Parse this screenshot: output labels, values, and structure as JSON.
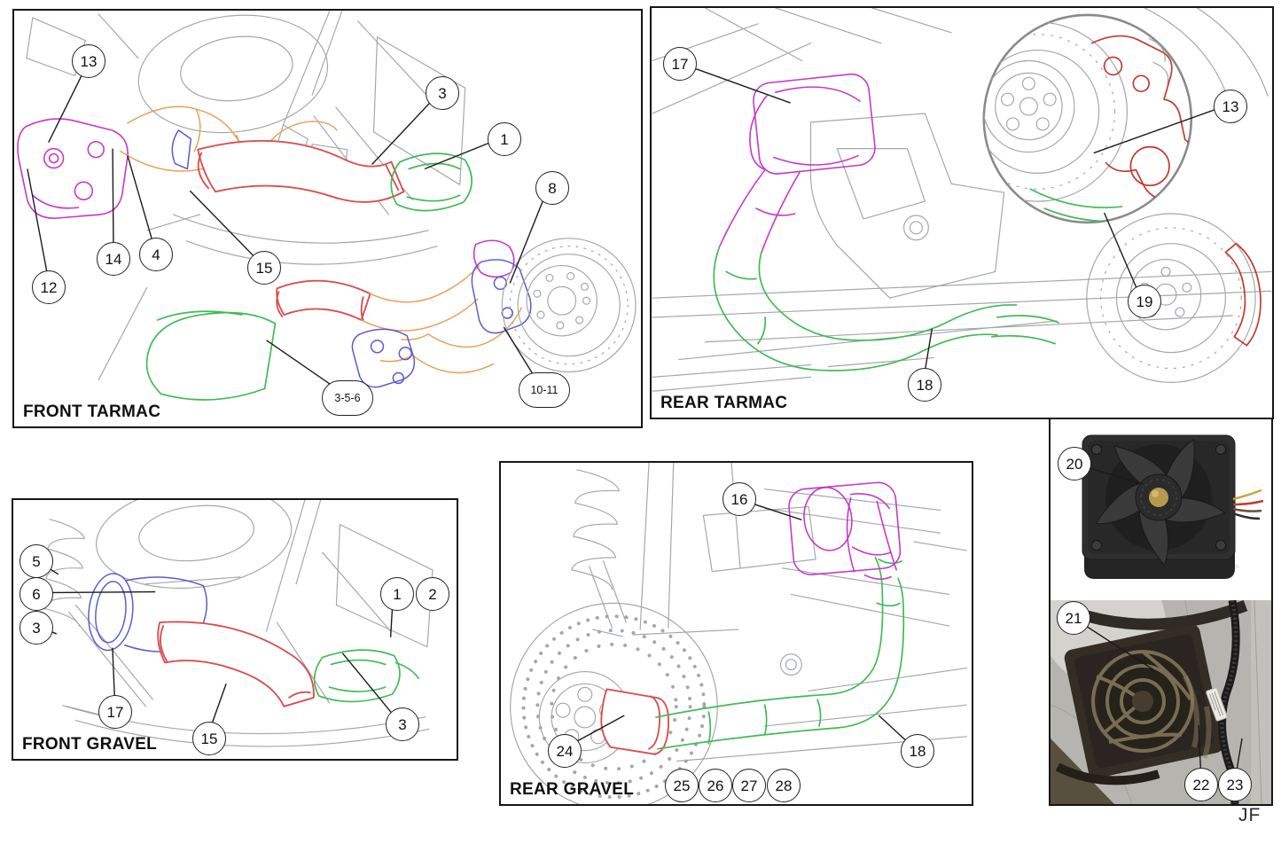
{
  "figure": {
    "credit": "JF"
  },
  "panels": {
    "front_tarmac": {
      "label": "FRONT TARMAC",
      "callouts": {
        "c13": "13",
        "c3": "3",
        "c1": "1",
        "c8": "8",
        "c12": "12",
        "c14": "14",
        "c4": "4",
        "c15": "15",
        "c356": "3-5-6",
        "c1011": "10-11"
      }
    },
    "rear_tarmac": {
      "label": "REAR TARMAC",
      "callouts": {
        "c17": "17",
        "c13": "13",
        "c19": "19",
        "c18": "18"
      }
    },
    "front_gravel": {
      "label": "FRONT GRAVEL",
      "callouts": {
        "c5": "5",
        "c6": "6",
        "c3a": "3",
        "c1": "1",
        "c2": "2",
        "c17": "17",
        "c15": "15",
        "c3b": "3"
      }
    },
    "rear_gravel": {
      "label": "REAR GRAVEL",
      "callouts": {
        "c16": "16",
        "c24": "24",
        "c18": "18",
        "c25": "25",
        "c26": "26",
        "c27": "27",
        "c28": "28"
      }
    },
    "photos": {
      "callouts": {
        "c20": "20",
        "c21": "21",
        "c22": "22",
        "c23": "23"
      }
    }
  },
  "colors": {
    "lineart": "#a3a7ab",
    "lineart_dark": "#7d8184",
    "duct_magenta": "#c837c8",
    "duct_orange": "#e8a05a",
    "hose_red": "#d95050",
    "duct_green": "#3fbb54",
    "bracket_blue": "#5a5ad1",
    "caliper_red": "#c23b2e"
  }
}
